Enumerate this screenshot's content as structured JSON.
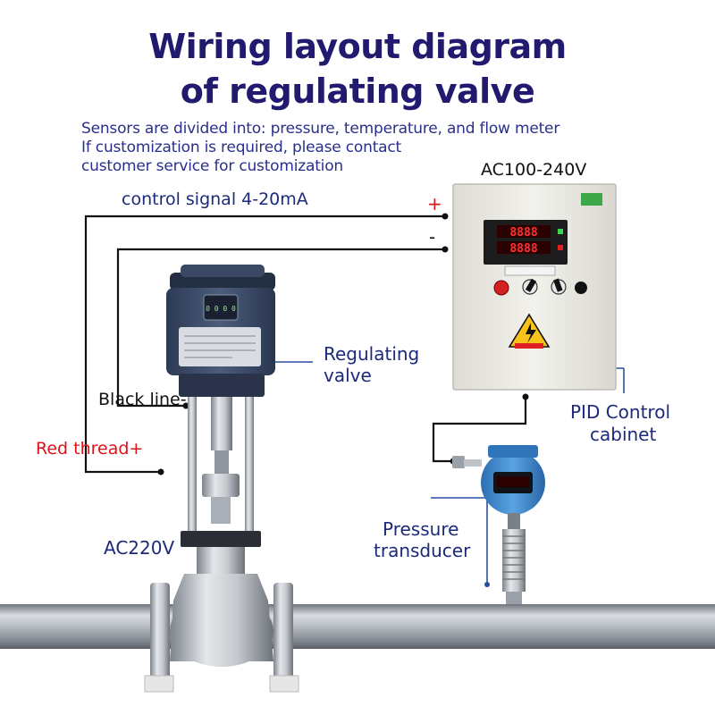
{
  "title": {
    "line1": "Wiring layout diagram",
    "line2": "of regulating valve"
  },
  "subtitle": {
    "line1": "Sensors are divided into: pressure, temperature, and flow meter",
    "line2": "If customization is required, please contact",
    "line3": "customer service for customization"
  },
  "labels": {
    "control_signal": "control signal 4-20mA",
    "plus": "+",
    "minus": "-",
    "supply": "AC100-240V",
    "regulating_valve_1": "Regulating",
    "regulating_valve_2": "valve",
    "black_line": "Black line-",
    "red_thread": "Red thread+",
    "pid_1": "PID Control",
    "pid_2": "cabinet",
    "pressure_1": "Pressure",
    "pressure_2": "transducer",
    "valve_power": "AC220V"
  },
  "display": {
    "actuator_lcd": "0 0 0 0",
    "controller_top": "8888",
    "controller_bottom": "8888"
  },
  "colors": {
    "title": "#221a6e",
    "label": "#1b2a7a",
    "red_label": "#e0101a",
    "wire": "#111111",
    "pipe": "#9aa0a8",
    "cabinet": "#ebeae4",
    "actuator": "#3a4a66",
    "transmitter": "#3f8ad0"
  }
}
